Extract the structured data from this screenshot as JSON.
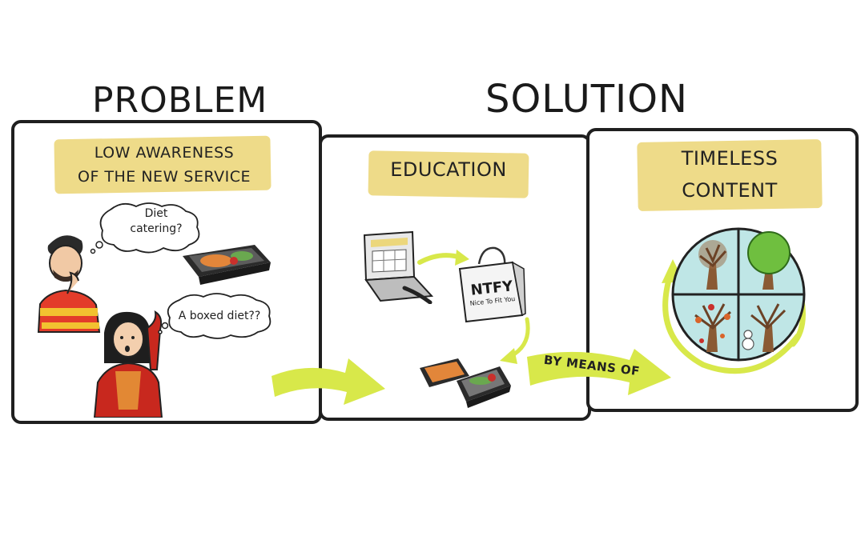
{
  "headings": {
    "problem": "PROBLEM",
    "solution": "SOLUTION"
  },
  "problem_panel": {
    "title_line1": "LOW AWARENESS",
    "title_line2": "OF THE NEW SERVICE",
    "man_thought_line1": "Diet",
    "man_thought_line2": "catering?",
    "woman_thought": "A boxed diet??"
  },
  "education_panel": {
    "title": "EDUCATION",
    "bag_brand": "NTFY",
    "bag_tagline": "Nice To Fit You"
  },
  "content_panel": {
    "title_line1": "TIMELESS",
    "title_line2": "CONTENT"
  },
  "connector": {
    "label": "BY MEANS OF"
  },
  "colors": {
    "highlight": "#ecd77c",
    "arrow": "#d8e84a",
    "outline": "#1f1f1f"
  },
  "icons": [
    "thought-bubble-icon",
    "meal-box-icon",
    "laptop-icon",
    "shopping-bag-icon",
    "tree-icon",
    "cycle-arrow-icon"
  ]
}
